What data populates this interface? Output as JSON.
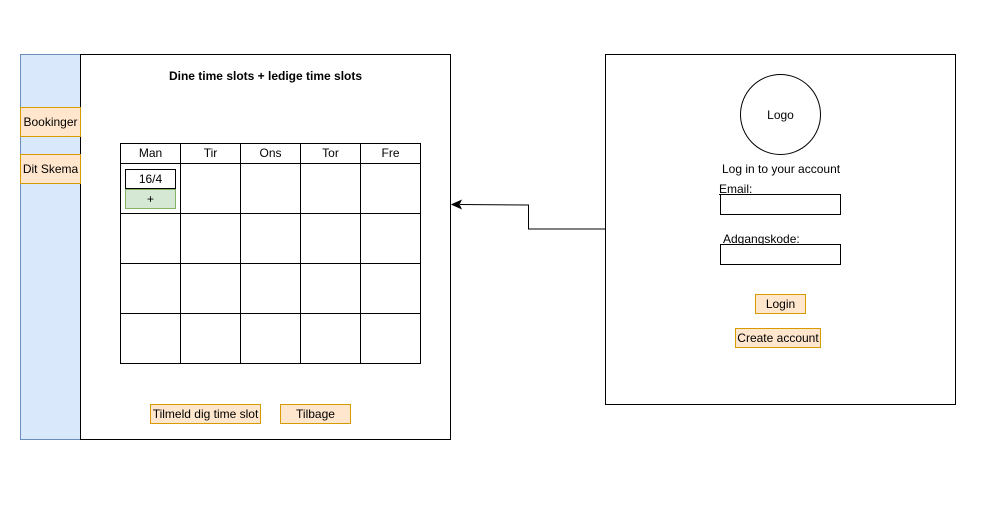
{
  "schedule_screen": {
    "title": "Dine time slots + ledige time slots",
    "sidebar": {
      "items": [
        {
          "label": "Bookinger"
        },
        {
          "label": "Dit Skema"
        }
      ]
    },
    "calendar": {
      "days": [
        "Man",
        "Tir",
        "Ons",
        "Tor",
        "Fre"
      ],
      "rows": 4,
      "slot": {
        "date": "16/4",
        "add_label": "+"
      }
    },
    "buttons": {
      "signup": "Tilmeld dig time slot",
      "back": "Tilbage"
    }
  },
  "login_screen": {
    "logo_label": "Logo",
    "heading": "Log in to your account",
    "email_label": "Email:",
    "email_value": "",
    "password_label": "Adgangskode:",
    "password_value": "",
    "login_button": "Login",
    "create_account_button": "Create account"
  },
  "colors": {
    "sidebar_fill": "#dae8fc",
    "sidebar_stroke": "#6c8ebf",
    "button_fill": "#ffe6cc",
    "button_stroke": "#d79b00",
    "slot_fill": "#d5e8d4",
    "slot_stroke": "#82b366"
  }
}
